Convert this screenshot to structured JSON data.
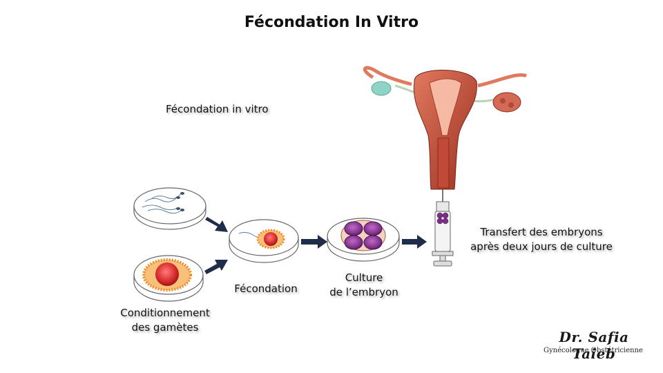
{
  "title": "Fécondation In Vitro",
  "subtitle": "Fécondation in vitro",
  "steps": {
    "conditionnement": [
      "Conditionnement",
      "des gamètes"
    ],
    "fecondation": "Fécondation",
    "culture": [
      "Culture",
      "de l’embryon"
    ],
    "transfert": [
      "Transfert des embryons",
      "après deux jours de culture"
    ]
  },
  "logo": {
    "name": "Dr. Safia Taieb",
    "subtitle": "Gynécologue Obstétricienne"
  },
  "colors": {
    "arrow": "#1f2d4a",
    "egg": "#d62a2a",
    "egg_corona": "#f08a2a",
    "embryo_cell": "#7b2f86",
    "uterus": "#c8553d",
    "ovary": "#8fd3c4"
  }
}
